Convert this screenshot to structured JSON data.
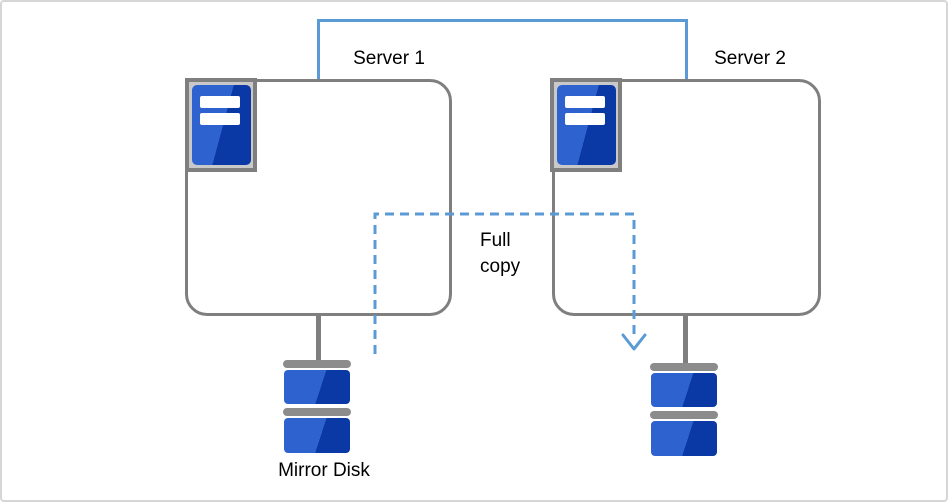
{
  "diagram": {
    "servers": [
      {
        "label": "Server 1"
      },
      {
        "label": "Server 2"
      }
    ],
    "mirror_disk": {
      "label": "Mirror Disk"
    },
    "full_copy": {
      "label": "Full\ncopy"
    },
    "icons": [
      "server-tower-icon",
      "mirror-disk-icon",
      "arrow-down-icon"
    ],
    "colors": {
      "link_blue": "#5b9bd5",
      "dashed_arrow_blue": "#5b9bd5",
      "box_border_gray": "#7f7f7f",
      "connector_gray": "#7f7f7f",
      "disk_cap_gray": "#8c8c8c",
      "disk_blue_light": "#2e62cf",
      "disk_blue_dark": "#0a38a5",
      "icon_plate_gray": "#c9c9c9",
      "canvas_border": "#d6d6d6"
    }
  }
}
